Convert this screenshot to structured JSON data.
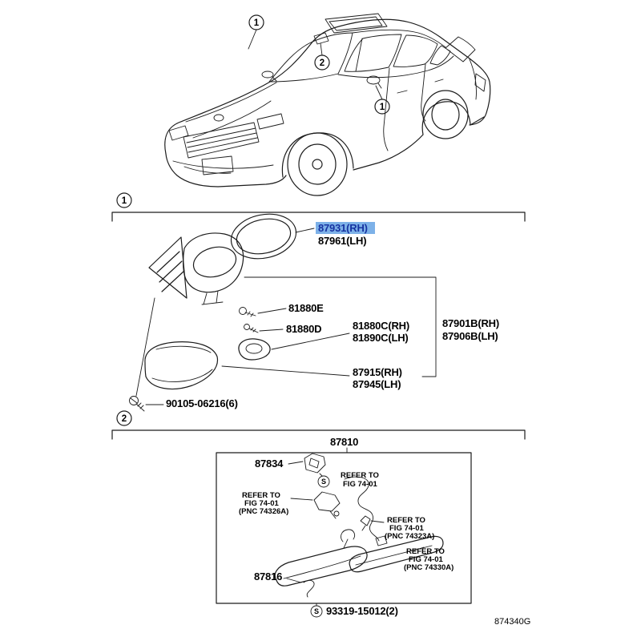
{
  "meta": {
    "diagram_code": "874340G",
    "screw_symbol": "S",
    "highlight_bg": "#7db1e8",
    "highlight_fg": "#1733a1"
  },
  "car": {
    "callouts": [
      {
        "label": "1"
      },
      {
        "label": "2"
      },
      {
        "label": "1"
      }
    ]
  },
  "section_mirror": {
    "marker": "1",
    "labels": {
      "glass_rh": "87931(RH)",
      "glass_lh": "87961(LH)",
      "bolt_e": "81880E",
      "screw_d": "81880D",
      "lamp_rh": "81880C(RH)",
      "lamp_lh": "81890C(LH)",
      "assy_rh": "87901B(RH)",
      "assy_lh": "87906B(LH)",
      "cover_rh": "87915(RH)",
      "cover_lh": "87945(LH)",
      "mount_bolt": "90105-06216(6)"
    }
  },
  "section_inner": {
    "marker": "2",
    "title": "87810",
    "labels": {
      "bracket": "87834",
      "clip": "87816",
      "screw": "93319-15012(2)"
    },
    "refs": {
      "top": [
        "REFER TO",
        "FIG 74-01"
      ],
      "left": [
        "REFER TO",
        "FIG 74-01",
        "(PNC 74326A)"
      ],
      "mid": [
        "REFER TO",
        "FIG 74-01",
        "(PNC 74323A)"
      ],
      "bottom": [
        "REFER TO",
        "FIG 74-01",
        "(PNC 74330A)"
      ]
    }
  }
}
